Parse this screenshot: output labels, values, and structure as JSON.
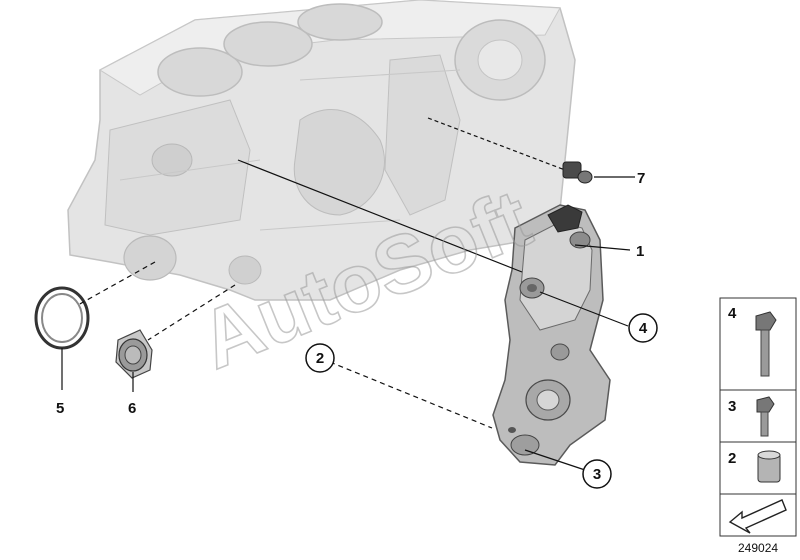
{
  "diagram": {
    "callouts": {
      "c1": "1",
      "c2": "2",
      "c3": "3",
      "c4": "4",
      "c5": "5",
      "c6": "6",
      "c7": "7"
    },
    "sidebar": {
      "labels": [
        "4",
        "3",
        "2"
      ]
    },
    "watermark": "AutoSoft",
    "diagram_id": "249024"
  }
}
